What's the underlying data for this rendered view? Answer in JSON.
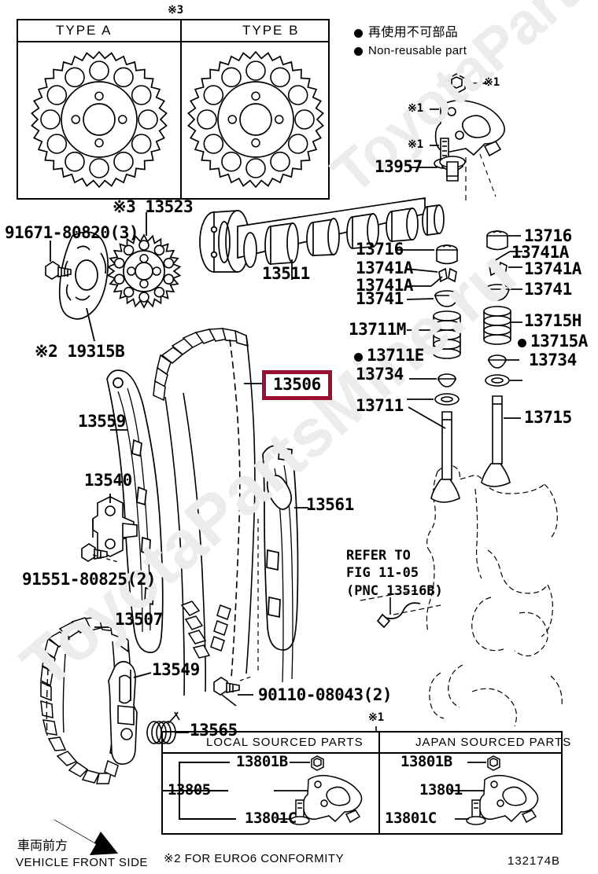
{
  "diagram": {
    "id_code": "132174B",
    "watermark": "ToyotaPartsMine.ru",
    "highlighted_part": "13506"
  },
  "legend": {
    "jp": "再使用不可部品",
    "en": "Non-reusable part",
    "marker": "●"
  },
  "type_box": {
    "marker": "※3",
    "columns": [
      "TYPE A",
      "TYPE B"
    ]
  },
  "callouts": {
    "sprocket_type": "※3 13523",
    "camshaft": "13511",
    "bolt_91671": "91671-80820(3)",
    "plate_19315b": "※2 19315B",
    "chain_13506": "13506",
    "guide_13559": "13559",
    "damper_13561": "13561",
    "tensioner_13540": "13540",
    "bolt_91551": "91551-80825(2)",
    "chain_13507": "13507",
    "guide_13549": "13549",
    "spring_13565": "13565",
    "bolt_90110": "90110-08043(2)",
    "cover_13957": "13957",
    "star1_a": "※1",
    "star1_b": "※1",
    "star1_c": "※1",
    "star1_table": "※1"
  },
  "valve_train_left": [
    "13716",
    "13741A",
    "13741A",
    "13741",
    "13711M",
    "13711E",
    "13734",
    "13711"
  ],
  "valve_train_left_nonreusable": [
    "13711E"
  ],
  "valve_train_right": [
    "13716",
    "13741A",
    "13741A",
    "13741",
    "13715H",
    "13715A",
    "13734",
    "13715"
  ],
  "valve_train_right_nonreusable": [
    "13715A"
  ],
  "refer": {
    "line1": "REFER TO",
    "line2": "FIG 11-05",
    "line3": "(PNC 13516B)"
  },
  "bottom_table": {
    "marker": "※1",
    "headers": [
      "LOCAL SOURCED PARTS",
      "JAPAN SOURCED PARTS"
    ],
    "local": {
      "assembly": "13805",
      "items": [
        "13801B",
        "13801C"
      ]
    },
    "japan": {
      "items": [
        "13801B",
        "13801",
        "13801C"
      ]
    }
  },
  "footnote": "※2 FOR EURO6 CONFORMITY",
  "front_side": {
    "jp": "車両前方",
    "en": "VEHICLE FRONT SIDE"
  },
  "colors": {
    "highlight": "#9B1030",
    "ink": "#000000",
    "watermark": "#ececec",
    "paper": "#ffffff"
  }
}
